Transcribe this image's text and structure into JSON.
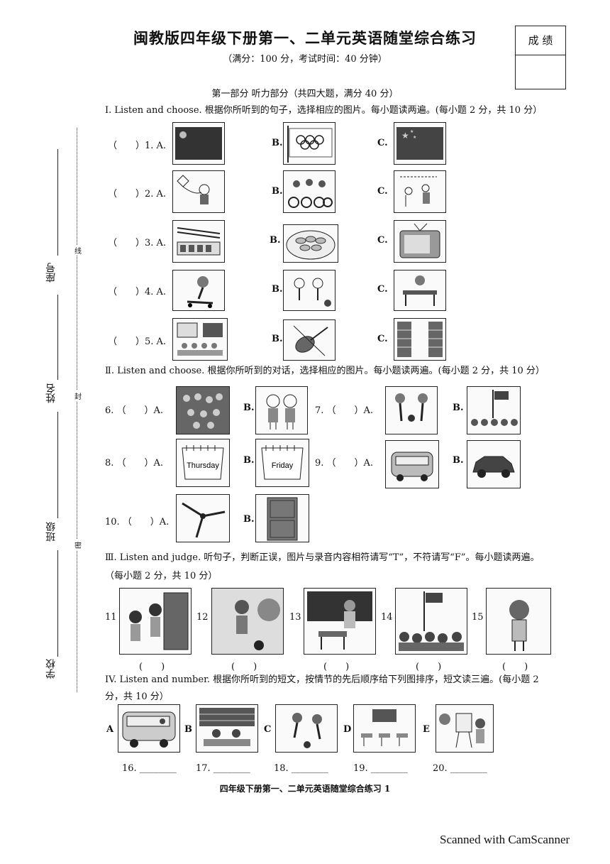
{
  "header": {
    "title": "闽教版四年级下册第一、二单元英语随堂综合练习",
    "subtitle": "（满分：100 分，考试时间：40 分钟）",
    "score_label": "成 绩"
  },
  "part_one": "第一部分 听力部分（共四大题，满分 40 分）",
  "binding": {
    "seat": "座号",
    "name": "姓名",
    "class": "班级",
    "school": "学校",
    "line_char": "线",
    "seal_char": "封",
    "secret_char": "密"
  },
  "sections": {
    "s1": "I. Listen and choose. 根据你所听到的句子，选择相应的图片。每小题读两遍。(每小题 2 分，共 10 分）",
    "s2": "Ⅱ. Listen and choose. 根据你所听到的对话，选择相应的图片。每小题读两遍。(每小题 2 分，共 10 分）",
    "s3a": "Ⅲ. Listen and judge. 听句子，判断正误，图片与录音内容相符请写“T”，不符请写“F”。每小题读两遍。",
    "s3b": "（每小题 2 分，共 10 分）",
    "s4a": "IV. Listen and number. 根据你所听到的短文，按情节的先后顺序给下列图排序，短文读三遍。(每小题 2",
    "s4b": "分，共 10 分）"
  },
  "part1_questions": [
    {
      "prefix": "（　　）1. A.",
      "b": "B.",
      "c": "C."
    },
    {
      "prefix": "（　　）2. A.",
      "b": "B.",
      "c": "C."
    },
    {
      "prefix": "（　　）3. A.",
      "b": "B.",
      "c": "C."
    },
    {
      "prefix": "（　　）4. A.",
      "b": "B.",
      "c": "C."
    },
    {
      "prefix": "（　　）5. A.",
      "b": "B.",
      "c": "C."
    }
  ],
  "part2_questions": {
    "q6": "6. （　　）A.",
    "q7": "7. （　　）A.",
    "q8": "8. （　　）A.",
    "q9": "9. （　　）A.",
    "q10": "10. （　　）A.",
    "b": "B.",
    "thursday": "Thursday",
    "friday": "Friday"
  },
  "part3": {
    "numbers": [
      "11",
      "12",
      "13",
      "14",
      "15"
    ],
    "paren": "(　　)"
  },
  "part4": {
    "letters": [
      "A",
      "B",
      "C",
      "D",
      "E"
    ],
    "blanks": [
      "16. ________",
      "17. ________",
      "18. ________",
      "19. ________",
      "20. ________"
    ]
  },
  "footer": "四年级下册第一、二单元英语随堂综合练习 1",
  "watermark": "Scanned with CamScanner"
}
